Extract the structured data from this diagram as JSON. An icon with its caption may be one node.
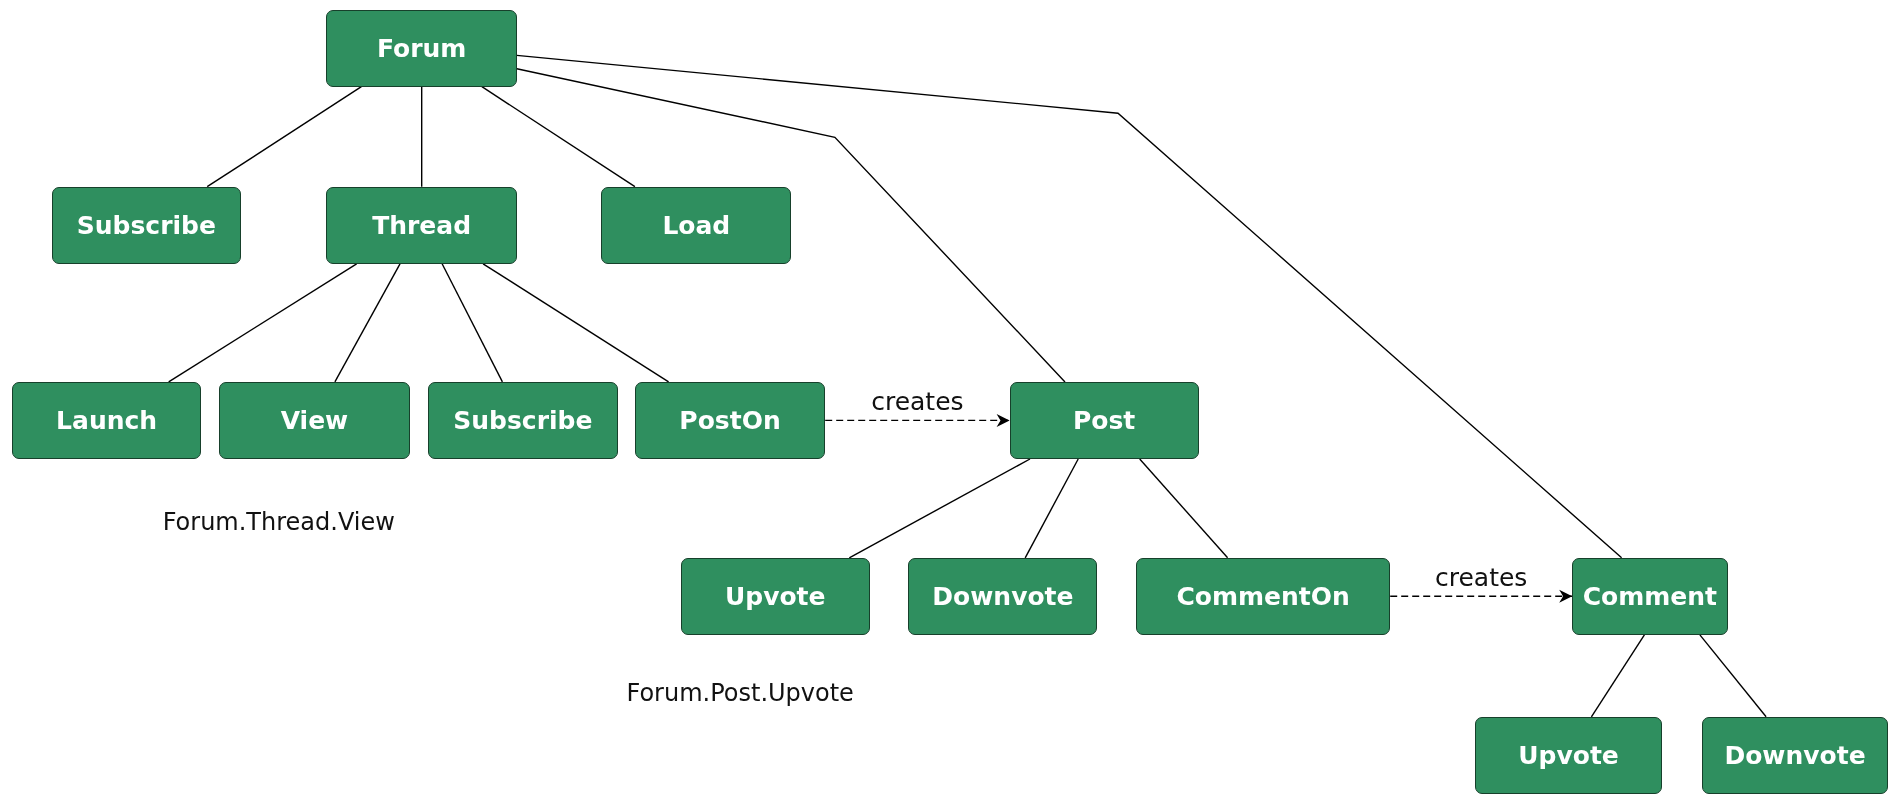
{
  "diagram": {
    "nodes": [
      {
        "text": [
          "Forum"
        ]
      },
      {
        "text": [
          "Subscribe"
        ]
      },
      {
        "text": [
          "Thread"
        ]
      },
      {
        "text": [
          "Load"
        ]
      },
      {
        "text": [
          "Launch"
        ]
      },
      {
        "text": [
          "View"
        ]
      },
      {
        "text": [
          "Subscribe"
        ]
      },
      {
        "text": [
          "PostOn"
        ]
      },
      {
        "text": [
          "Post"
        ]
      },
      {
        "text": [
          "Upvote"
        ]
      },
      {
        "text": [
          "Downvote"
        ]
      },
      {
        "text": [
          "CommentOn"
        ]
      },
      {
        "text": [
          "Comment"
        ]
      },
      {
        "text": [
          "Upvote"
        ]
      },
      {
        "text": [
          "Downvote"
        ]
      }
    ],
    "edges": [
      {
        "from": 0,
        "to": 1,
        "arrow": "none"
      },
      {
        "from": 0,
        "to": 2,
        "arrow": "none"
      },
      {
        "from": 0,
        "to": 3,
        "arrow": "none"
      },
      {
        "from": 0,
        "to": 8,
        "arrow": "none"
      },
      {
        "from": 0,
        "to": 12,
        "arrow": "none"
      },
      {
        "from": 2,
        "to": 4,
        "arrow": "none"
      },
      {
        "from": 2,
        "to": 5,
        "arrow": "none"
      },
      {
        "from": 2,
        "to": 6,
        "arrow": "none"
      },
      {
        "from": 2,
        "to": 7,
        "arrow": "none"
      },
      {
        "from": 7,
        "to": 8,
        "arrow": "to",
        "label": "creates",
        "style": "dashed"
      },
      {
        "from": 8,
        "to": 9,
        "arrow": "none"
      },
      {
        "from": 8,
        "to": 10,
        "arrow": "none"
      },
      {
        "from": 8,
        "to": 11,
        "arrow": "none"
      },
      {
        "from": 11,
        "to": 12,
        "arrow": "to",
        "label": "creates",
        "style": "dashed"
      },
      {
        "from": 12,
        "to": 13,
        "arrow": "none"
      },
      {
        "from": 12,
        "to": 14,
        "arrow": "none"
      }
    ],
    "labels": [
      "Forum.Thread.View",
      "Forum.Post.Upvote"
    ]
  }
}
